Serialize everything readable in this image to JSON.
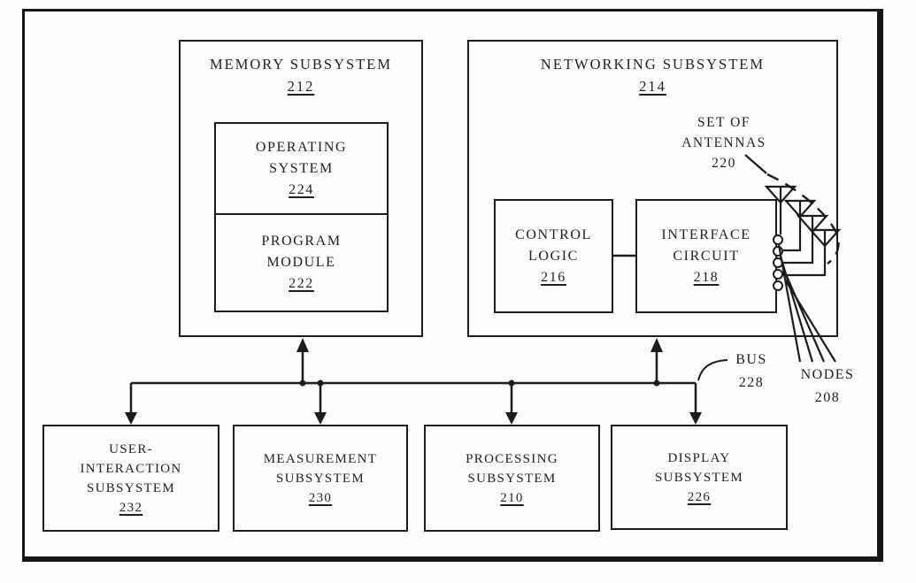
{
  "figure": {
    "type": "patent-block-diagram",
    "description": "Electronic device block diagram with subsystems connected by a bus"
  },
  "colors": {
    "ink": "#1c1c1c",
    "paper": "#fdfdfd"
  },
  "icons": {
    "antenna": "antenna-icon",
    "arrow": "arrowhead-icon",
    "node_terminal": "node-terminal-circle"
  },
  "boxes": {
    "memory": {
      "title": "MEMORY SUBSYSTEM",
      "ref": "212"
    },
    "operating_system": {
      "lines": [
        "OPERATING",
        "SYSTEM"
      ],
      "ref": "224"
    },
    "program_module": {
      "lines": [
        "PROGRAM",
        "MODULE"
      ],
      "ref": "222"
    },
    "networking": {
      "title": "NETWORKING SUBSYSTEM",
      "ref": "214"
    },
    "control_logic": {
      "lines": [
        "CONTROL",
        "LOGIC"
      ],
      "ref": "216"
    },
    "interface_circuit": {
      "lines": [
        "INTERFACE",
        "CIRCUIT"
      ],
      "ref": "218"
    },
    "user_interaction": {
      "lines": [
        "USER-",
        "INTERACTION",
        "SUBSYSTEM"
      ],
      "ref": "232"
    },
    "measurement": {
      "lines": [
        "MEASUREMENT",
        "SUBSYSTEM"
      ],
      "ref": "230"
    },
    "processing": {
      "lines": [
        "PROCESSING",
        "SUBSYSTEM"
      ],
      "ref": "210"
    },
    "display": {
      "lines": [
        "DISPLAY",
        "SUBSYSTEM"
      ],
      "ref": "226"
    }
  },
  "labels": {
    "antennas": {
      "lines": [
        "SET OF",
        "ANTENNAS"
      ],
      "ref": "220"
    },
    "bus": {
      "label": "BUS",
      "ref": "228"
    },
    "nodes": {
      "label": "NODES",
      "ref": "208"
    }
  }
}
